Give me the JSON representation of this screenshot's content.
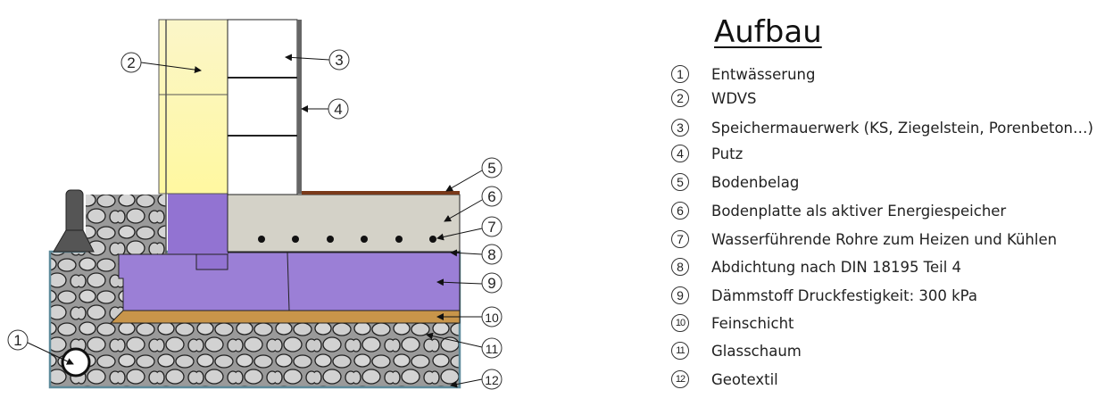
{
  "legend": {
    "title": "Aufbau",
    "items": [
      {
        "num": "1",
        "label": "Entwässerung"
      },
      {
        "num": "2",
        "label": "WDVS"
      },
      {
        "num": "3",
        "label": "Speichermauerwerk (KS, Ziegelstein, Porenbeton…)"
      },
      {
        "num": "4",
        "label": "Putz"
      },
      {
        "num": "5",
        "label": "Bodenbelag"
      },
      {
        "num": "6",
        "label": "Bodenplatte als aktiver Energiespeicher"
      },
      {
        "num": "7",
        "label": "Wasserführende Rohre zum Heizen und Kühlen"
      },
      {
        "num": "8",
        "label": "Abdichtung nach DIN 18195 Teil 4"
      },
      {
        "num": "9",
        "label": "Dämmstoff Druckfestigkeit: 300 kPa"
      },
      {
        "num": "10",
        "label": "Feinschicht"
      },
      {
        "num": "11",
        "label": "Glasschaum"
      },
      {
        "num": "12",
        "label": "Geotextil"
      }
    ]
  },
  "colors": {
    "wdvs": "#f8f3c4",
    "insulation": "#9b7fd6",
    "slab": "#d4d2c8",
    "fine_layer": "#c8954a",
    "gravel": "#b8b8b8",
    "floor_covering": "#7a3a1a"
  }
}
